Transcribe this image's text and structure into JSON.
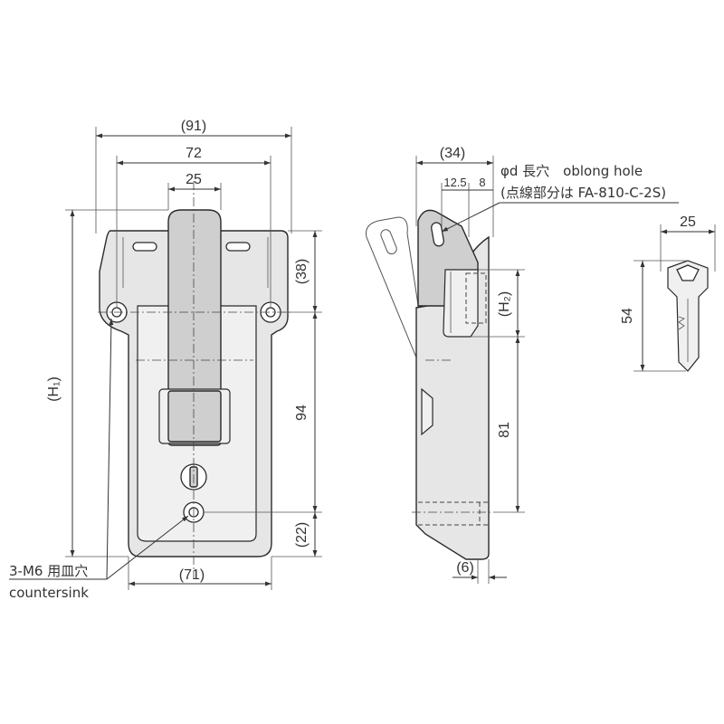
{
  "front_view": {
    "dim_overall_width": "(91)",
    "dim_hole_pitch": "72",
    "dim_handle_width": "25",
    "dim_height": "(H₁)",
    "dim_top_to_hole": "(38)",
    "dim_hole_to_bottom_hole": "94",
    "dim_bottom_offset": "(22)",
    "dim_base_width": "(71)",
    "note_mounting": "3-M6 用皿穴",
    "note_mounting_en": "countersink"
  },
  "side_view": {
    "dim_depth": "(34)",
    "dim_hole_offset": "12.5",
    "dim_hole_offset_b": "8",
    "dim_hook_height": "(H₂)",
    "dim_hook_to_base": "81",
    "dim_base_thickness": "(6)",
    "note_hole": "φd 長穴　oblong hole",
    "note_dotted": "(点線部分は FA-810-C-2S)"
  },
  "key_view": {
    "dim_key_width": "25",
    "dim_key_length": "54"
  }
}
